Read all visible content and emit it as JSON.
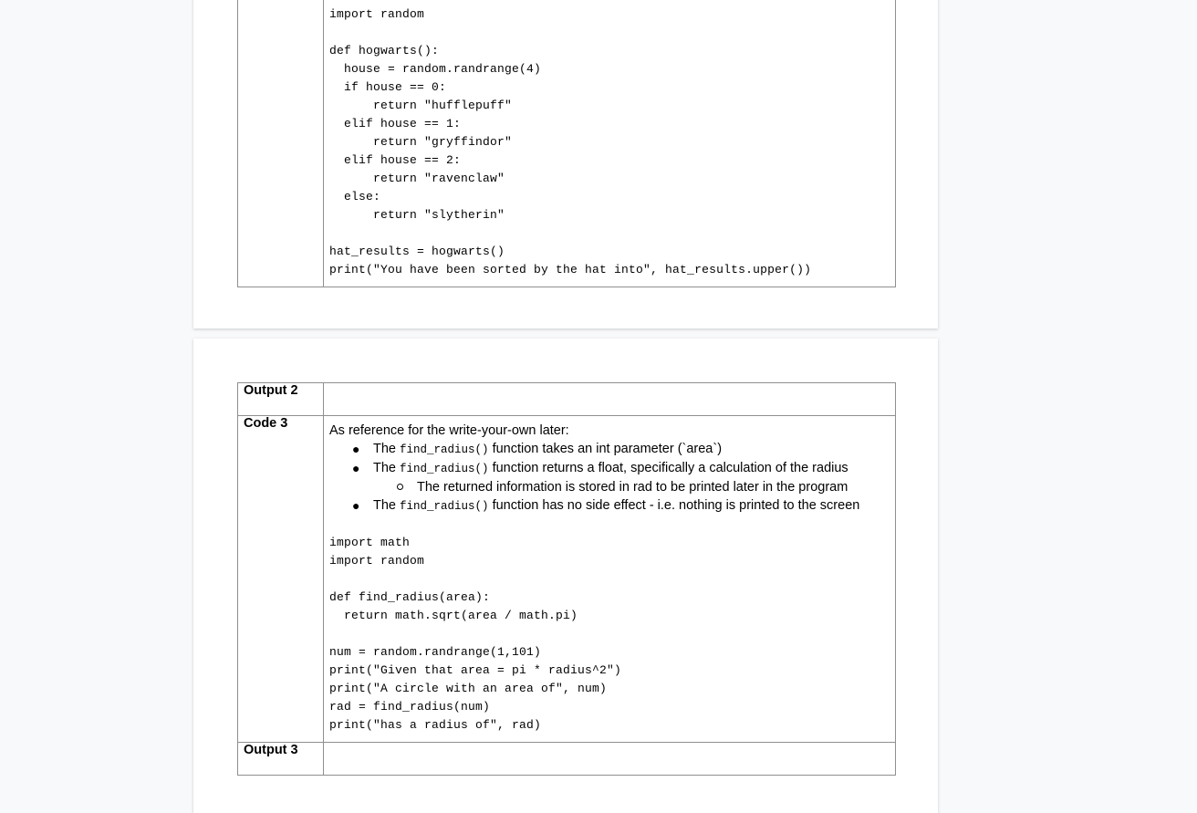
{
  "page1": {
    "code_lines": [
      "import random",
      "",
      "def hogwarts():",
      "  house = random.randrange(4)",
      "  if house == 0:",
      "      return \"hufflepuff\"",
      "  elif house == 1:",
      "      return \"gryffindor\"",
      "  elif house == 2:",
      "      return \"ravenclaw\"",
      "  else:",
      "      return \"slytherin\"",
      "",
      "hat_results = hogwarts()",
      "print(\"You have been sorted by the hat into\", hat_results.upper())"
    ]
  },
  "page2": {
    "output2": {
      "label": "Output 2",
      "value": ""
    },
    "code3": {
      "label": "Code 3",
      "intro": "As reference for the write-your-own later:",
      "bullet1": {
        "pre": "The ",
        "code": "find_radius()",
        "post": " function takes an int parameter (`area`)"
      },
      "bullet2": {
        "pre": "The ",
        "code": "find_radius()",
        "post": " function returns a float, specifically a calculation of the radius"
      },
      "subbullet": "The returned information is stored in rad to be printed later in the program",
      "bullet3": {
        "pre": "The ",
        "code": "find_radius()",
        "post": " function has no side effect - i.e. nothing is printed to the screen"
      },
      "code_lines": [
        "import math",
        "import random",
        "",
        "def find_radius(area):",
        "  return math.sqrt(area / math.pi)",
        "",
        "num = random.randrange(1,101)",
        "print(\"Given that area = pi * radius^2\")",
        "print(\"A circle with an area of\", num)",
        "rad = find_radius(num)",
        "print(\"has a radius of\", rad)"
      ]
    },
    "output3": {
      "label": "Output 3",
      "value": ""
    }
  }
}
